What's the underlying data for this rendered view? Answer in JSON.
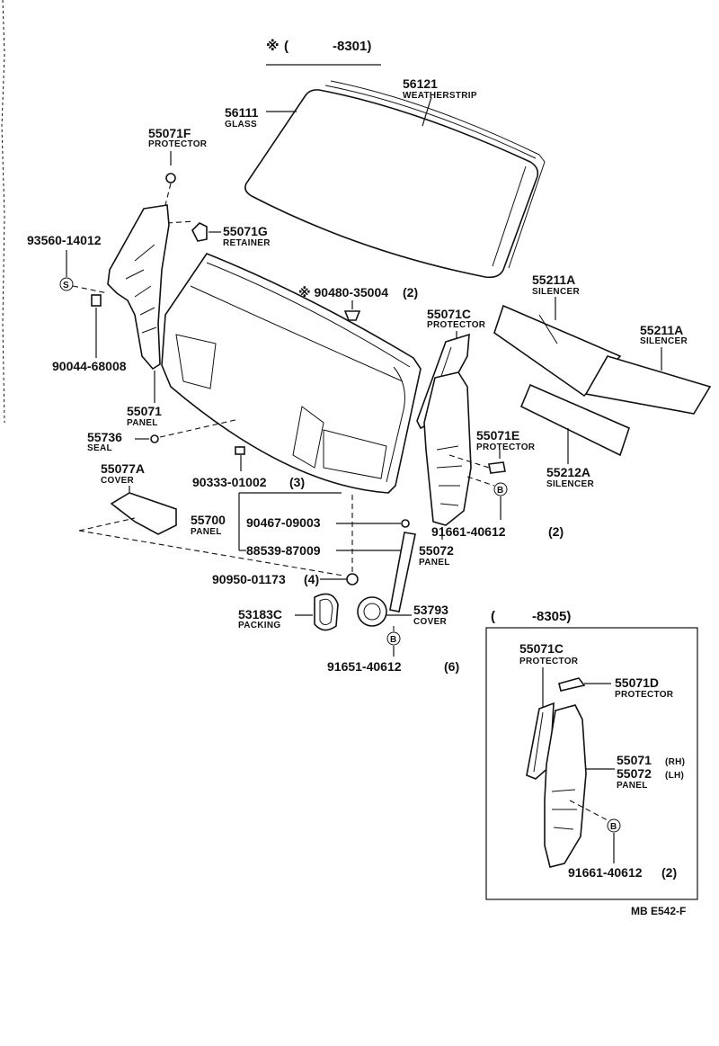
{
  "header": {
    "symbol": "※",
    "range_open": "(",
    "range_end": "-8301)"
  },
  "inset": {
    "range_open": "(",
    "range_end": "-8305)"
  },
  "footer": {
    "code": "MB E542-F"
  },
  "parts": {
    "p56121": {
      "num": "56121",
      "name": "WEATHERSTRIP"
    },
    "p56111": {
      "num": "56111",
      "name": "GLASS"
    },
    "p55071F": {
      "num": "55071F",
      "name": "PROTECTOR"
    },
    "p55071G": {
      "num": "55071G",
      "name": "RETAINER"
    },
    "p93560": {
      "num": "93560-14012"
    },
    "p90480": {
      "num": "※ 90480-35004",
      "qty": "(2)"
    },
    "p55211A_1": {
      "num": "55211A",
      "name": "SILENCER"
    },
    "p55211A_2": {
      "num": "55211A",
      "name": "SILENCER"
    },
    "p55071C": {
      "num": "55071C",
      "name": "PROTECTOR"
    },
    "p90044": {
      "num": "90044-68008"
    },
    "p55071": {
      "num": "55071",
      "name": "PANEL"
    },
    "p55736": {
      "num": "55736",
      "name": "SEAL"
    },
    "p55071E": {
      "num": "55071E",
      "name": "PROTECTOR"
    },
    "p55212A": {
      "num": "55212A",
      "name": "SILENCER"
    },
    "p55077A": {
      "num": "55077A",
      "name": "COVER"
    },
    "p90333": {
      "num": "90333-01002",
      "qty": "(3)"
    },
    "p55700": {
      "num": "55700",
      "name": "PANEL"
    },
    "p90467": {
      "num": "90467-09003"
    },
    "p91661_a": {
      "num": "91661-40612",
      "qty": "(2)"
    },
    "p88539": {
      "num": "88539-87009"
    },
    "p55072": {
      "num": "55072",
      "name": "PANEL"
    },
    "p90950": {
      "num": "90950-01173",
      "qty": "(4)"
    },
    "p53183C": {
      "num": "53183C",
      "name": "PACKING"
    },
    "p53793": {
      "num": "53793",
      "name": "COVER"
    },
    "p91651": {
      "num": "91651-40612",
      "qty": "(6)"
    },
    "inset_55071C": {
      "num": "55071C",
      "name": "PROTECTOR"
    },
    "inset_55071D": {
      "num": "55071D",
      "name": "PROTECTOR"
    },
    "inset_55071": {
      "num": "55071",
      "side": "(RH)"
    },
    "inset_55072": {
      "num": "55072",
      "side": "(LH)",
      "name": "PANEL"
    },
    "inset_91661": {
      "num": "91661-40612",
      "qty": "(2)"
    }
  },
  "symbols": {
    "s_mark": "S",
    "b_mark": "B"
  }
}
